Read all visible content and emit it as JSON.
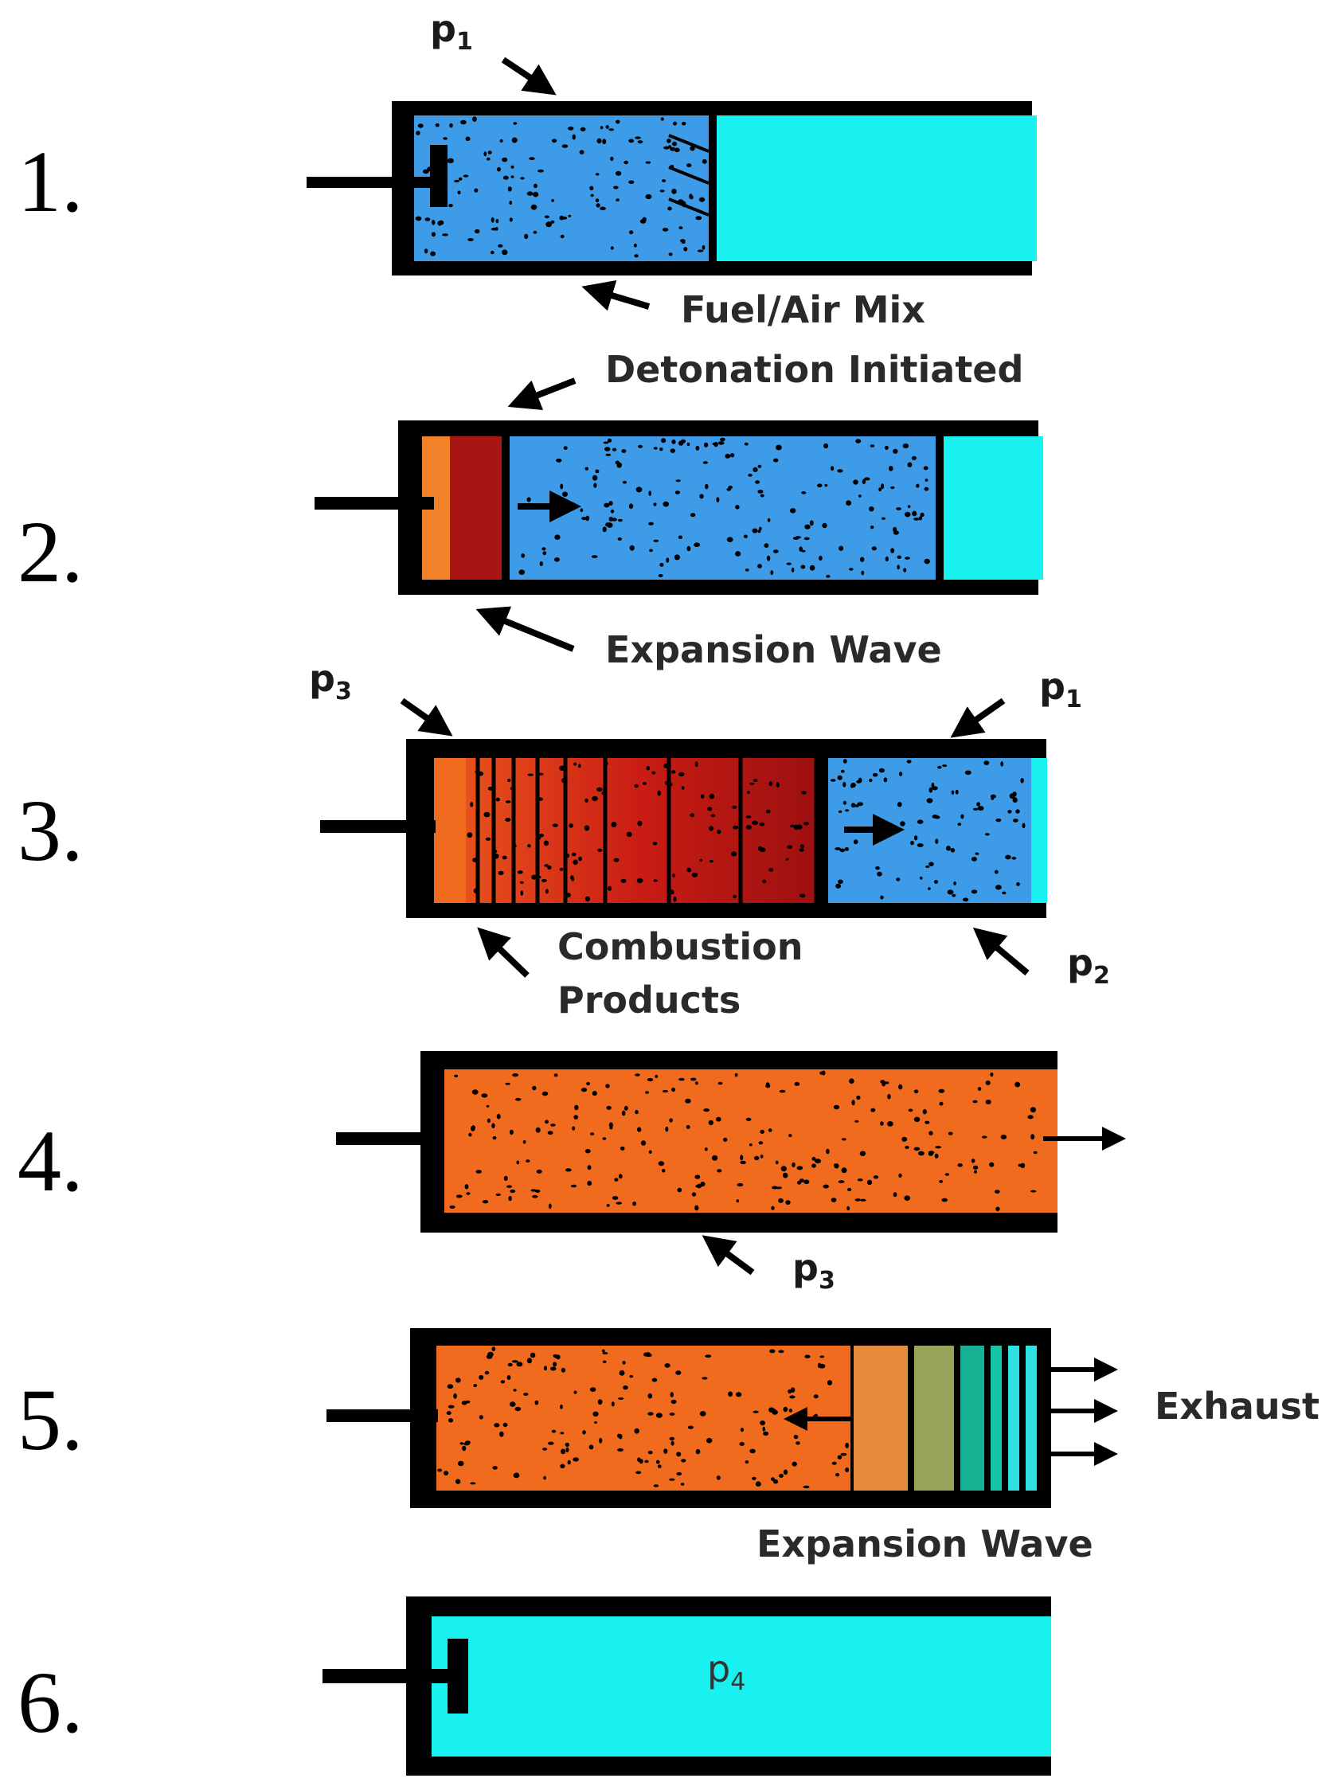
{
  "colors": {
    "fuel_air": "#3d9be8",
    "cyan": "#19f0f0",
    "orange": "#f06b1e",
    "light_orange": "#f2822a",
    "dark_red": "#a81515",
    "red": "#d42a14",
    "olive": "#9aa35a",
    "teal": "#16b092",
    "tan": "#e68a3c",
    "wall": "#000000"
  },
  "steps": [
    {
      "number": "1.",
      "labels": {
        "p_top": {
          "base": "p",
          "sub": "1"
        },
        "fuel_air": "Fuel/Air Mix"
      }
    },
    {
      "number": "2.",
      "labels": {
        "detonation": "Detonation Initiated",
        "expansion": "Expansion Wave"
      }
    },
    {
      "number": "3.",
      "labels": {
        "p_left": {
          "base": "p",
          "sub": "3"
        },
        "p_right": {
          "base": "p",
          "sub": "1"
        },
        "p_bottom": {
          "base": "p",
          "sub": "2"
        },
        "combustion_line1": "Combustion",
        "combustion_line2": "Products"
      }
    },
    {
      "number": "4.",
      "labels": {
        "p_bottom": {
          "base": "p",
          "sub": "3"
        }
      }
    },
    {
      "number": "5.",
      "labels": {
        "exhaust": "Exhaust",
        "expansion": "Expansion Wave"
      }
    },
    {
      "number": "6.",
      "labels": {
        "p_center": {
          "base": "p",
          "sub": "4"
        }
      }
    }
  ]
}
